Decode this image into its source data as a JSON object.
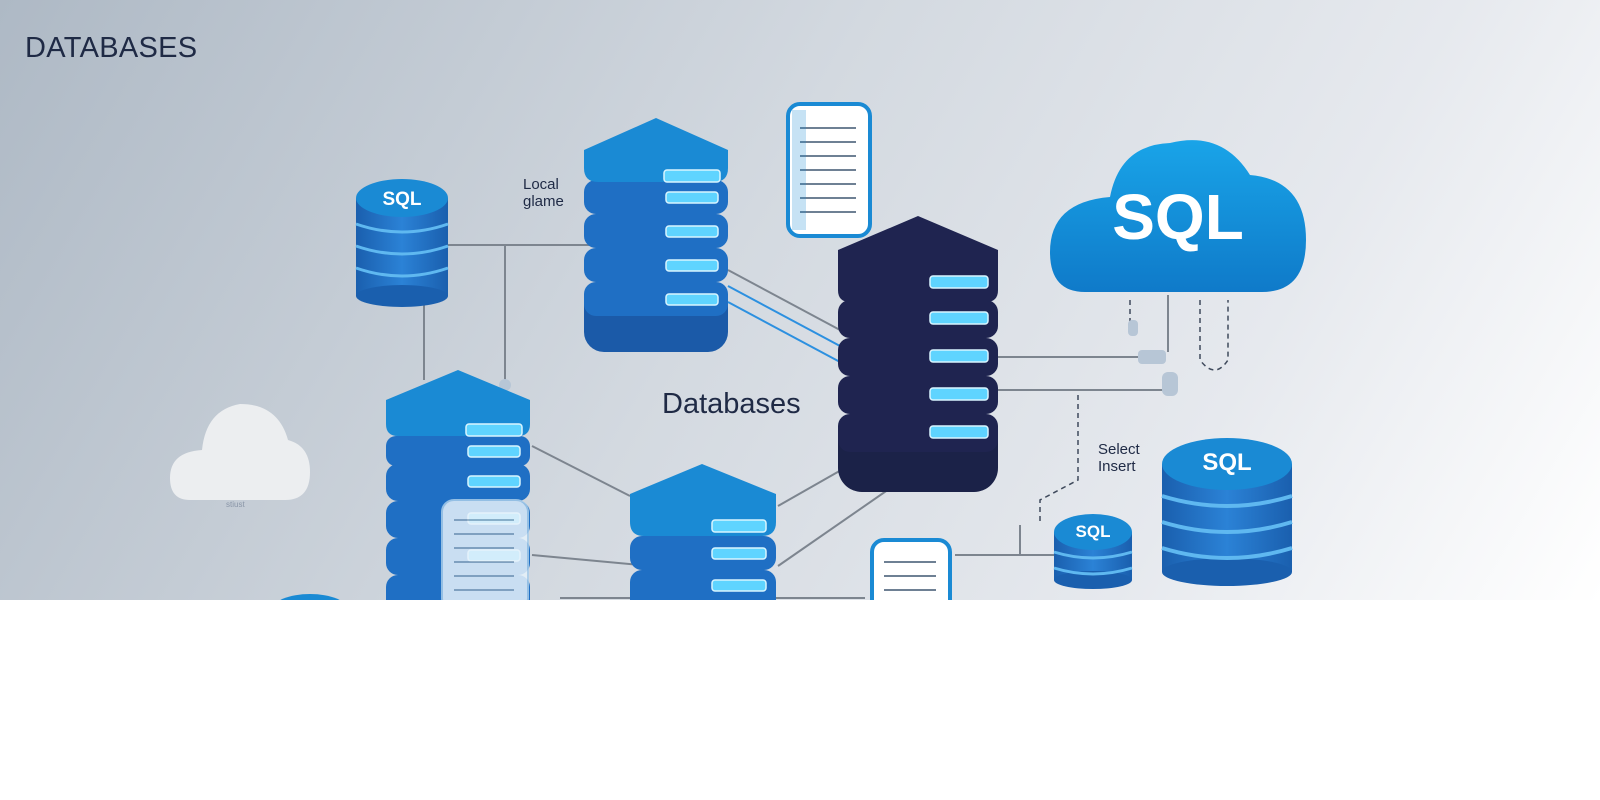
{
  "header": {
    "title": "DATABASES"
  },
  "diagram": {
    "center_label": "Databases",
    "local_label": [
      "Local",
      "glame"
    ],
    "query_label": [
      "Select",
      "Insert"
    ],
    "cloud_label": "SQL",
    "cylinder_labels": {
      "top_left": "SQL",
      "right_large": "SQL",
      "right_small": "SQL"
    },
    "faint_caption": "stiust"
  },
  "colors": {
    "brand_blue": "#1a8ad4",
    "mid_blue": "#1f6fc4",
    "dark_blue": "#1b5aa8",
    "navy": "#1f2450",
    "accent_cyan": "#5fd4ff",
    "line_gray": "#7d858f"
  },
  "icons": [
    "server-stack-icon",
    "database-cylinder-icon",
    "cloud-icon",
    "document-icon"
  ]
}
